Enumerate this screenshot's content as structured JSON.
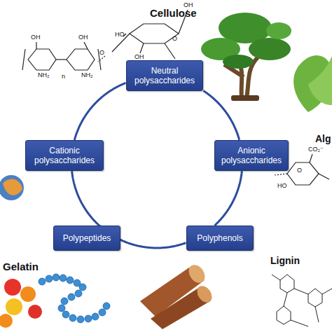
{
  "diagram": {
    "nodes": [
      {
        "text": [
          "Neutral polysaccharides"
        ]
      },
      {
        "text": [
          "Anionic polysaccharides"
        ]
      },
      {
        "text": [
          "Polyphenols"
        ]
      },
      {
        "text": [
          "Polypeptides"
        ]
      },
      {
        "text": [
          "Cationic polysaccharides"
        ]
      }
    ],
    "edges": [
      {
        "from": 0,
        "to": 1,
        "arrow": "none"
      },
      {
        "from": 1,
        "to": 2,
        "arrow": "none"
      },
      {
        "from": 2,
        "to": 3,
        "arrow": "none"
      },
      {
        "from": 3,
        "to": 4,
        "arrow": "none"
      },
      {
        "from": 4,
        "to": 0,
        "arrow": "none"
      }
    ],
    "labels": [
      "Cellulose",
      "Alg",
      "Gelatin",
      "Lignin",
      "OH",
      "HO",
      "O",
      "OH",
      "O",
      "OH",
      "OH",
      "NH₂",
      "NH₂",
      "n",
      "CO₂⁻",
      "HO",
      "O"
    ]
  }
}
